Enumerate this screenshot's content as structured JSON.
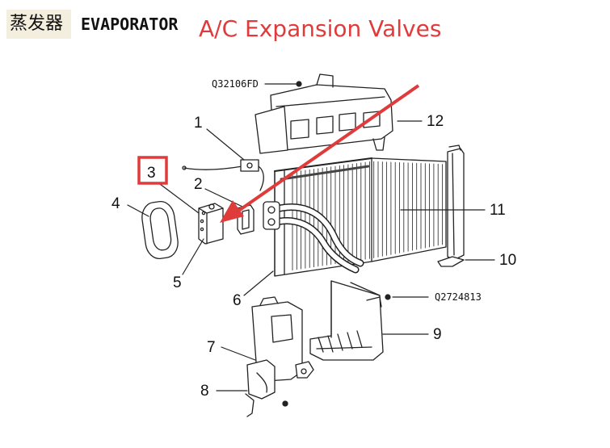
{
  "header": {
    "chinese_label": "蒸发器",
    "english_label": "EVAPORATOR",
    "title": "A/C Expansion Valves"
  },
  "diagram": {
    "part_codes": [
      "Q32106FD",
      "Q2724813"
    ],
    "callouts": [
      "1",
      "2",
      "3",
      "4",
      "5",
      "6",
      "7",
      "8",
      "9",
      "10",
      "11",
      "12"
    ],
    "highlight": {
      "callout": "3",
      "color": "#e03b3b"
    },
    "arrow_color": "#e03b3b"
  }
}
